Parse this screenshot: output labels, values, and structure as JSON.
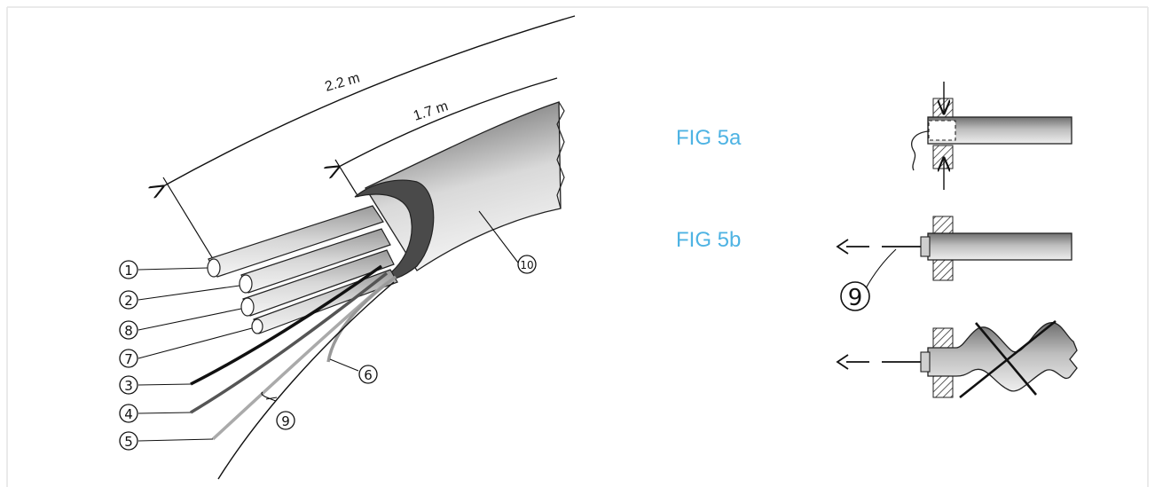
{
  "dimensions": {
    "outer": "2.2 m",
    "inner": "1.7 m"
  },
  "figures": {
    "fig5a": "FIG 5a",
    "fig5b": "FIG 5b"
  },
  "callouts": {
    "c1": "1",
    "c2": "2",
    "c8": "8",
    "c7": "7",
    "c3": "3",
    "c4": "4",
    "c5": "5",
    "c9": "9",
    "c6": "6",
    "c10": "10",
    "c9b": "9"
  },
  "colors": {
    "fig_label": "#4eb3e3",
    "frame_border": "#e4e4e4"
  }
}
